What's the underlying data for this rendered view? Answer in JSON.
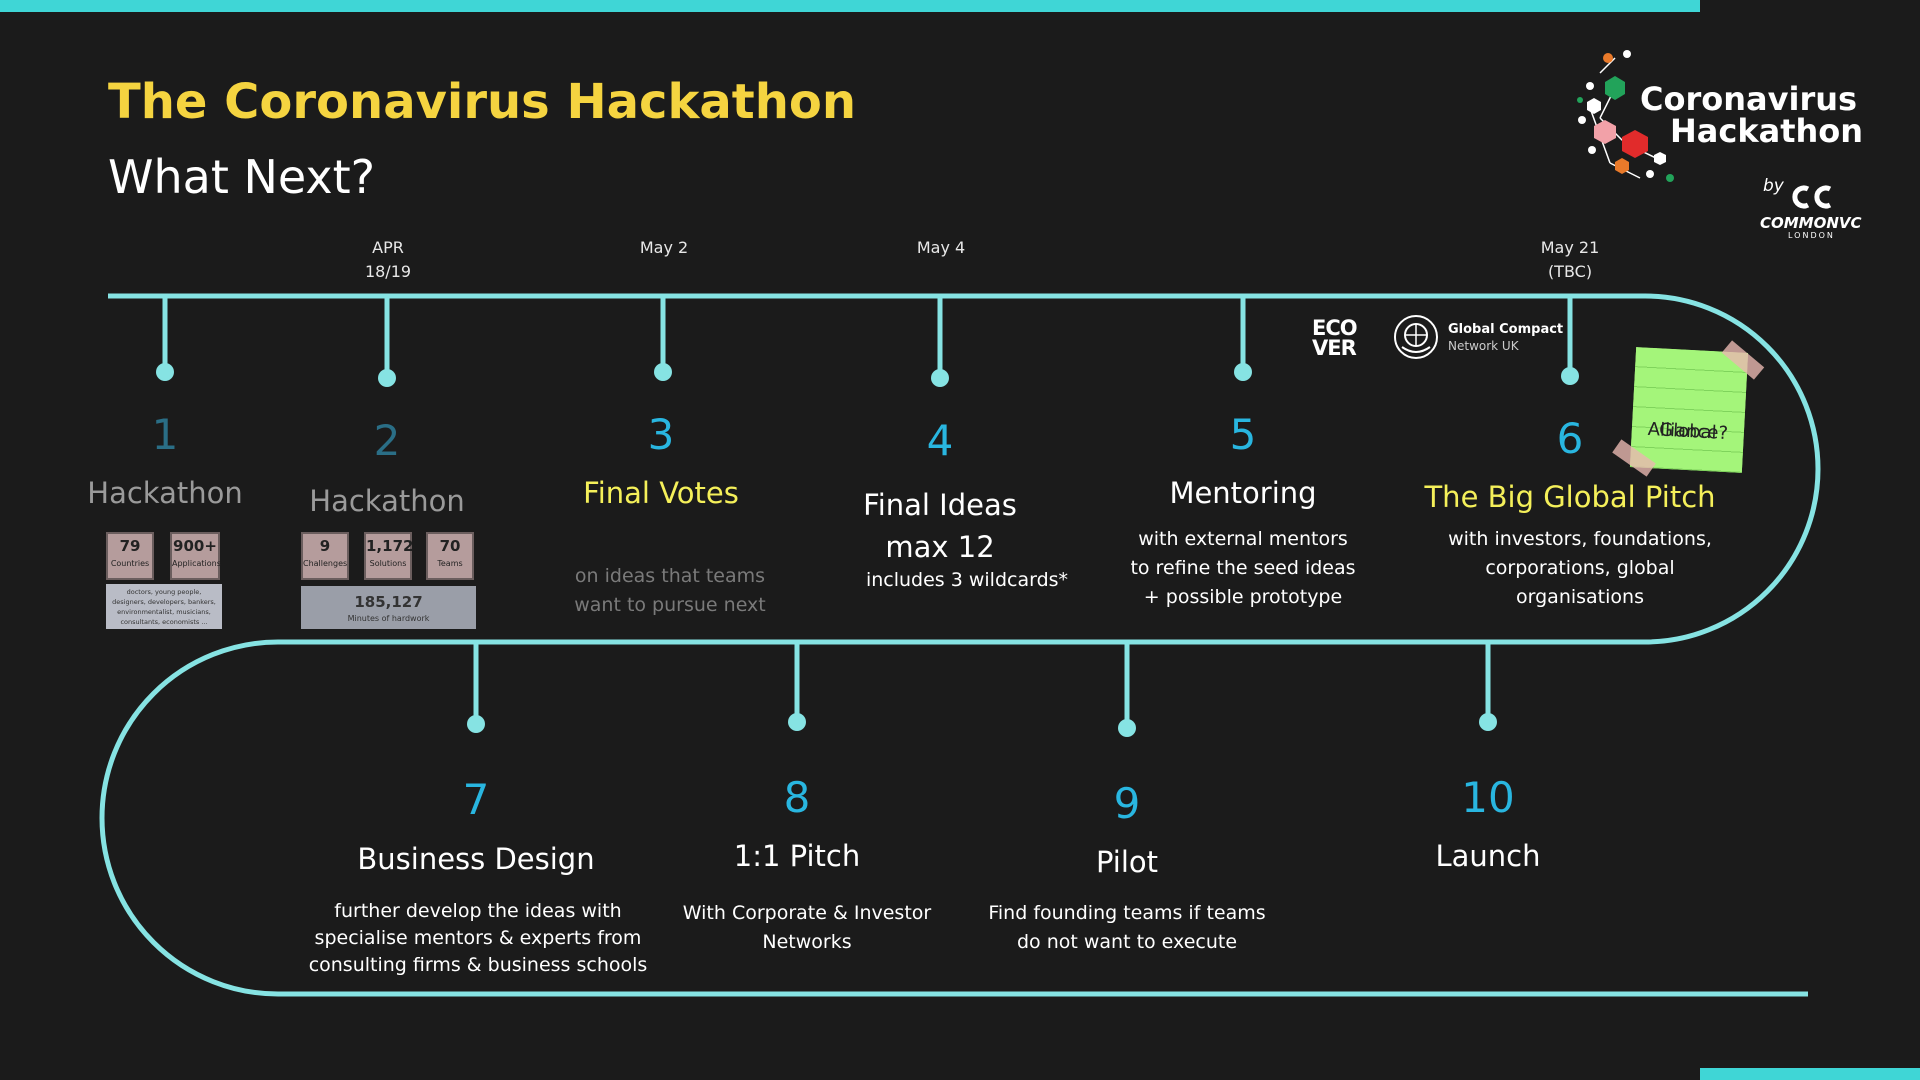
{
  "header": {
    "title": "The Coronavirus Hackathon",
    "subtitle": "What Next?"
  },
  "logo": {
    "line1": "Coronavirus",
    "line2": "Hackathon",
    "by": "by",
    "brand": "COMMONVC",
    "city": "LONDON"
  },
  "partners": {
    "ecover_line1": "ECO",
    "ecover_line2": "VER",
    "gc_line1": "Global Compact",
    "gc_line2": "Network UK"
  },
  "dates": {
    "d2_line1": "APR",
    "d2_line2": "18/19",
    "d3": "May 2",
    "d4": "May 4",
    "d6_line1": "May 21",
    "d6_line2": "(TBC)"
  },
  "steps": [
    {
      "num": "1",
      "title": "Hackathon"
    },
    {
      "num": "2",
      "title": "Hackathon"
    },
    {
      "num": "3",
      "title": "Final Votes",
      "desc_line1": "on ideas that teams",
      "desc_line2": "want to pursue next"
    },
    {
      "num": "4",
      "title": "Final Ideas",
      "title_line2": "max 12",
      "desc_line1": "includes 3 wildcards*"
    },
    {
      "num": "5",
      "title": "Mentoring",
      "desc_line1": "with external mentors",
      "desc_line2": "to refine the seed ideas",
      "desc_line3": "+ possible prototype"
    },
    {
      "num": "6",
      "title": "The Big Global Pitch",
      "desc_line1": "with investors, foundations,",
      "desc_line2": "corporations, global",
      "desc_line3": "organisations"
    },
    {
      "num": "7",
      "title": "Business Design",
      "desc_line1": "further develop the ideas with",
      "desc_line2": "specialise mentors & experts from",
      "desc_line3": "consulting firms & business schools"
    },
    {
      "num": "8",
      "title": "1:1 Pitch",
      "desc_line1": "With Corporate & Investor",
      "desc_line2": "Networks"
    },
    {
      "num": "9",
      "title": "Pilot",
      "desc_line1": "Find founding teams if teams",
      "desc_line2": "do not want to execute"
    },
    {
      "num": "10",
      "title": "Launch"
    }
  ],
  "stats1": {
    "countries_value": "79",
    "countries_label": "Countries",
    "applications_value": "900+",
    "applications_label": "Applications",
    "people_line1": "doctors, young people,",
    "people_line2": "designers, developers, bankers,",
    "people_line3": "environmentalist, musicians,",
    "people_line4": "consultants, economists ..."
  },
  "stats2": {
    "challenges_value": "9",
    "challenges_label": "Challenges",
    "solutions_value": "1,172",
    "solutions_label": "Solutions",
    "teams_value": "70",
    "teams_label": "Teams",
    "minutes_value": "185,127",
    "minutes_label": "Minutes of hardwork"
  },
  "sticky_note": {
    "line1": "Global",
    "line2": "Alliance?"
  },
  "colors": {
    "accent": "#3fd6d6",
    "title_yellow": "#f5d440",
    "step_number": "#29b6e0",
    "highlight_yellow": "#f5f05a",
    "background": "#1b1b1b"
  }
}
